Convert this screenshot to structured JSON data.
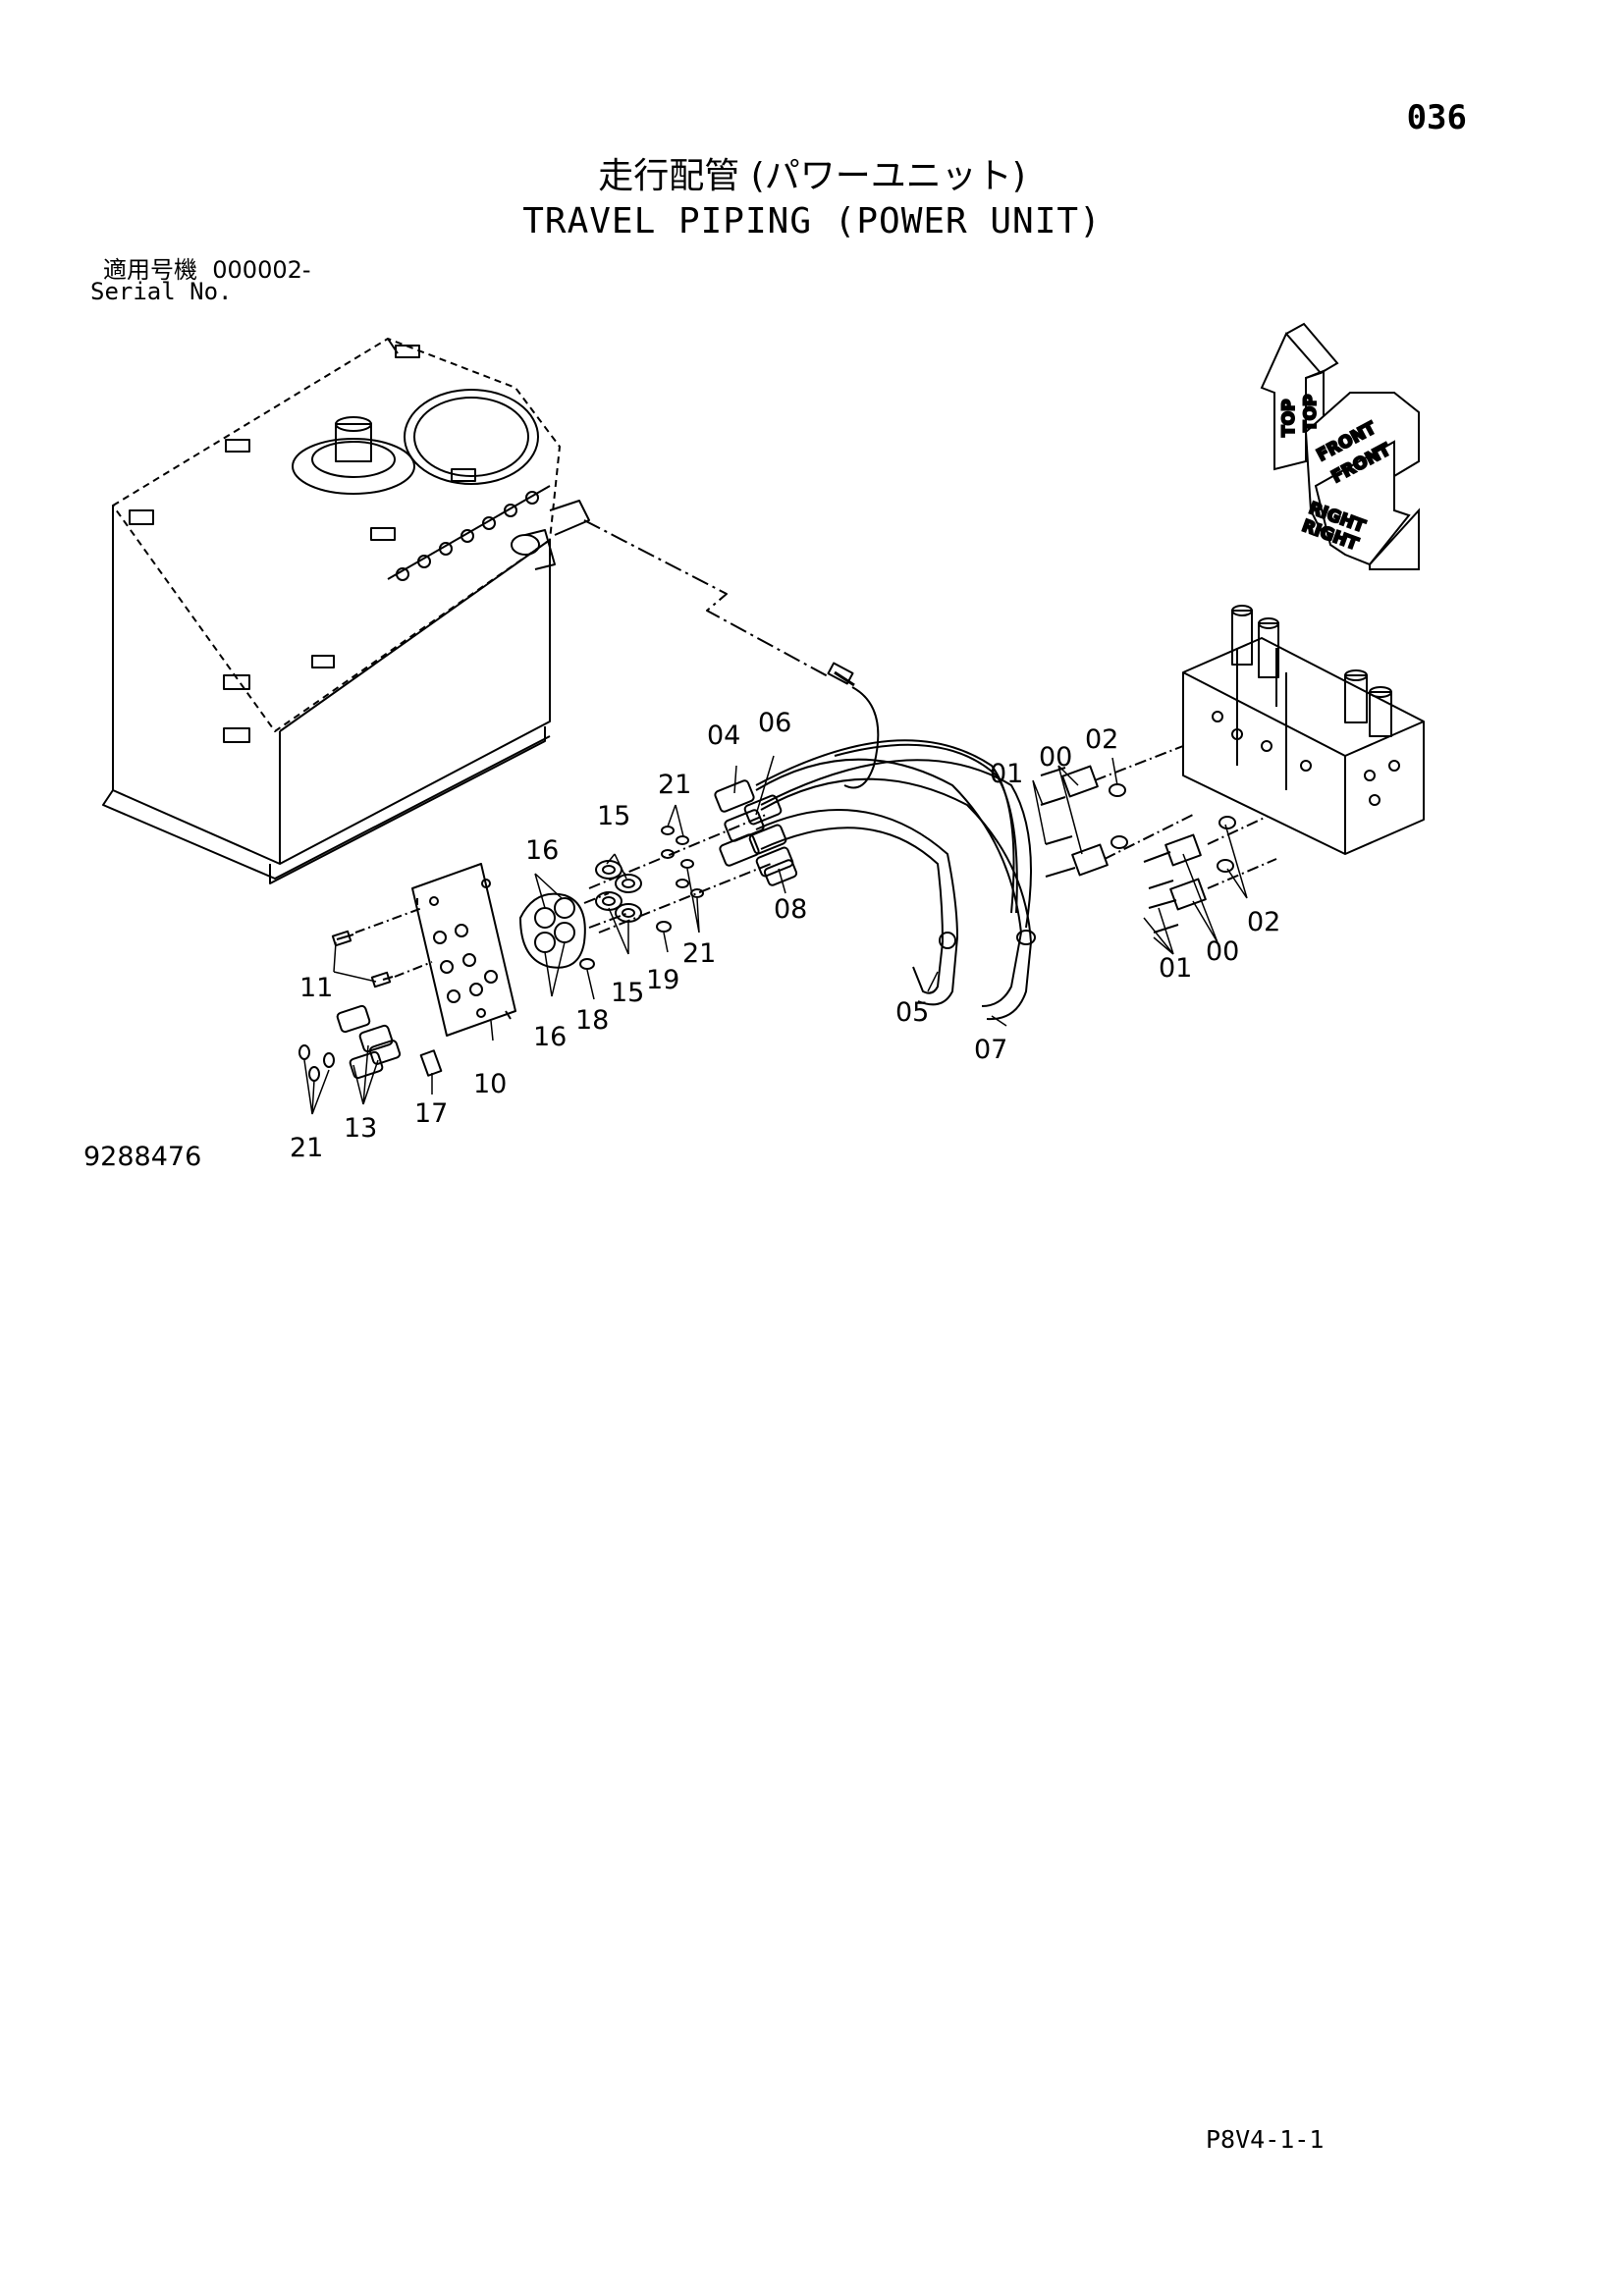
{
  "header": {
    "page_number": "036",
    "title_jp": "走行配管 (パワーユニット)",
    "title_en": "TRAVEL PIPING (POWER UNIT)",
    "serial_label_jp": "適用号機",
    "serial_value": "000002-",
    "serial_label_en": "Serial No."
  },
  "orientation": {
    "top": "TOP",
    "front": "FRONT",
    "right": "RIGHT"
  },
  "callouts": {
    "c00a": "00",
    "c00b": "00",
    "c01a": "01",
    "c01b": "01",
    "c02a": "02",
    "c02b": "02",
    "c04": "04",
    "c05": "05",
    "c06": "06",
    "c07": "07",
    "c08": "08",
    "c10": "10",
    "c11": "11",
    "c13": "13",
    "c15a": "15",
    "c15b": "15",
    "c16a": "16",
    "c16b": "16",
    "c17": "17",
    "c18": "18",
    "c19": "19",
    "c21a": "21",
    "c21b": "21",
    "c21c": "21"
  },
  "footer": {
    "drawing_number": "9288476",
    "sheet_code": "P8V4-1-1"
  },
  "colors": {
    "line": "#000000",
    "background": "#ffffff"
  }
}
